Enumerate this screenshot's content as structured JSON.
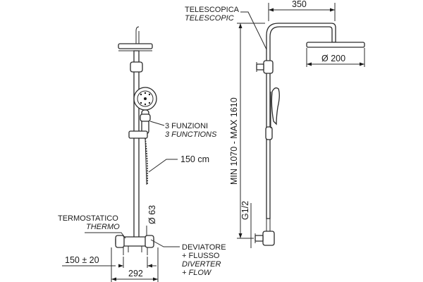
{
  "labels": {
    "telescopica_it": "TELESCOPICA",
    "telescopica_en": "TELESCOPIC",
    "dim_350": "350",
    "dim_d200": "Ø 200",
    "dim_vertical": "MIN 1070 - MAX 1610",
    "dim_g12": "G1/2",
    "funzioni_it": "3 FUNZIONI",
    "funzioni_en": "3 FUNCTIONS",
    "hose": "150 cm",
    "dim_d63": "Ø 63",
    "termostatico_it": "TERMOSTATICO",
    "termostatico_en": "THERMO",
    "deviatore_it": "DEVIATORE",
    "flusso_it": "+ FLUSSO",
    "diverter_en": "DIVERTER",
    "flow_en": "+ FLOW",
    "dim_150": "150 ± 20",
    "dim_292": "292"
  }
}
